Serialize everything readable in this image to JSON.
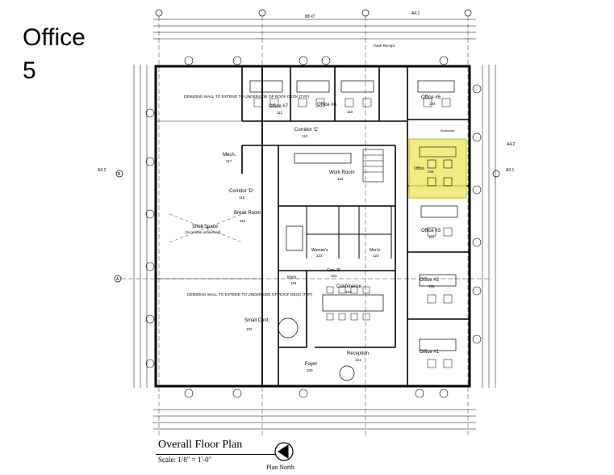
{
  "slide": {
    "title_line1": "Office",
    "title_line2": "5"
  },
  "plan": {
    "title": "Overall Floor Plan",
    "scale": "Scale: 1/8\" = 1'-0\"",
    "north": "Plan North",
    "overall_dim": "88'-0\"",
    "rooms": {
      "office7": "Office #7",
      "office7_num": "112",
      "office6": "Office #6",
      "office6_num": "110",
      "office5a": "Office #5",
      "office5a_num": "104",
      "office5": "Office",
      "office5_num": "105",
      "office3": "Office #3",
      "office3_num": "107",
      "office2": "Office #2",
      "office2_num": "108",
      "office1": "Office #1",
      "corridor_c": "Corridor 'C'",
      "corridor_c_num": "113",
      "corridor_d": "Corridor 'D'",
      "corridor_d_num": "118",
      "mech": "Mech.",
      "mech_num": "117",
      "work_room": "Work Room",
      "work_room_num": "114",
      "break_room": "Break Room",
      "break_room_num": "116",
      "shell": "Shell Space",
      "shell_note": "(to remain unfinished)",
      "womens": "Women's",
      "womens_num": "123",
      "mens": "Men's",
      "mens_num": "122",
      "corr_b": "Corr. 'B'",
      "corr_b_num": "121",
      "kitch": "Kitch.",
      "kitch_num": "119",
      "conference": "Conference",
      "conference_num": "103",
      "small_conf": "Small Conf.",
      "small_conf_num": "102",
      "reception": "Reception",
      "reception_num": "101",
      "foyer": "Foyer",
      "foyer_num": "100",
      "trash": "Trash Recept.",
      "bookcase": "Bookcase"
    },
    "notes": {
      "demising1": "DEMIZING WALL TO EXTEND TO UNDERSIDE OF ROOF DECK (TYP)",
      "demising2": "DEMIZING WALL TO EXTEND TO UNDERSIDE OF ROOF DECK (TYP)"
    },
    "grid": {
      "a": "A",
      "b": "B",
      "ref1": "A3.2",
      "ref2": "A4.1",
      "ref3": "A3.1",
      "ref4": "A4.2"
    },
    "highlight_color": "#ede96a"
  }
}
